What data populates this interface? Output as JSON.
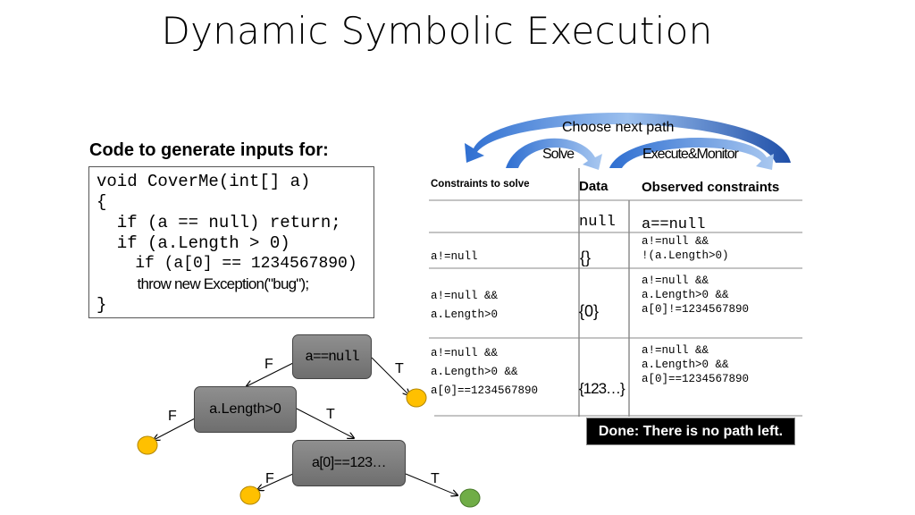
{
  "title": "Dynamic Symbolic Execution",
  "code": {
    "heading": "Code to generate inputs for:",
    "lines": [
      "void CoverMe(int[] a)",
      "{",
      "  if (a == null) return;",
      "  if (a.Length > 0)",
      "    if (a[0] == 1234567890)",
      "      throw new Exception(\"bug\");",
      "}"
    ]
  },
  "arrows": {
    "choose_next_path": "Choose next path",
    "solve": "Solve",
    "execute_monitor": "Execute&Monitor"
  },
  "table": {
    "headers": {
      "constraints": "Constraints to solve",
      "data": "Data",
      "observed": "Observed constraints"
    },
    "rows": [
      {
        "constraints": "",
        "data": "null",
        "observed": "a==null"
      },
      {
        "constraints": "a!=null",
        "data": "{}",
        "observed": "a!=null &&\n!(a.Length>0)"
      },
      {
        "constraints": "a!=null &&\na.Length>0",
        "data": "{0}",
        "observed": "a!=null &&\na.Length>0 &&\na[0]!=1234567890"
      },
      {
        "constraints": "a!=null &&\na.Length>0 &&\na[0]==1234567890",
        "data": "{123…}",
        "observed": "a!=null &&\na.Length>0 &&\na[0]==1234567890"
      }
    ]
  },
  "tree": {
    "nodes": {
      "n1": "a==null",
      "n2": "a.Length>0",
      "n3": "a[0]==123…"
    },
    "labels": {
      "false": "F",
      "true": "T"
    },
    "colors": {
      "leaf_unexplored": "#ffc000",
      "leaf_bug": "#70ad47"
    }
  },
  "done_message": "Done: There is no path left."
}
